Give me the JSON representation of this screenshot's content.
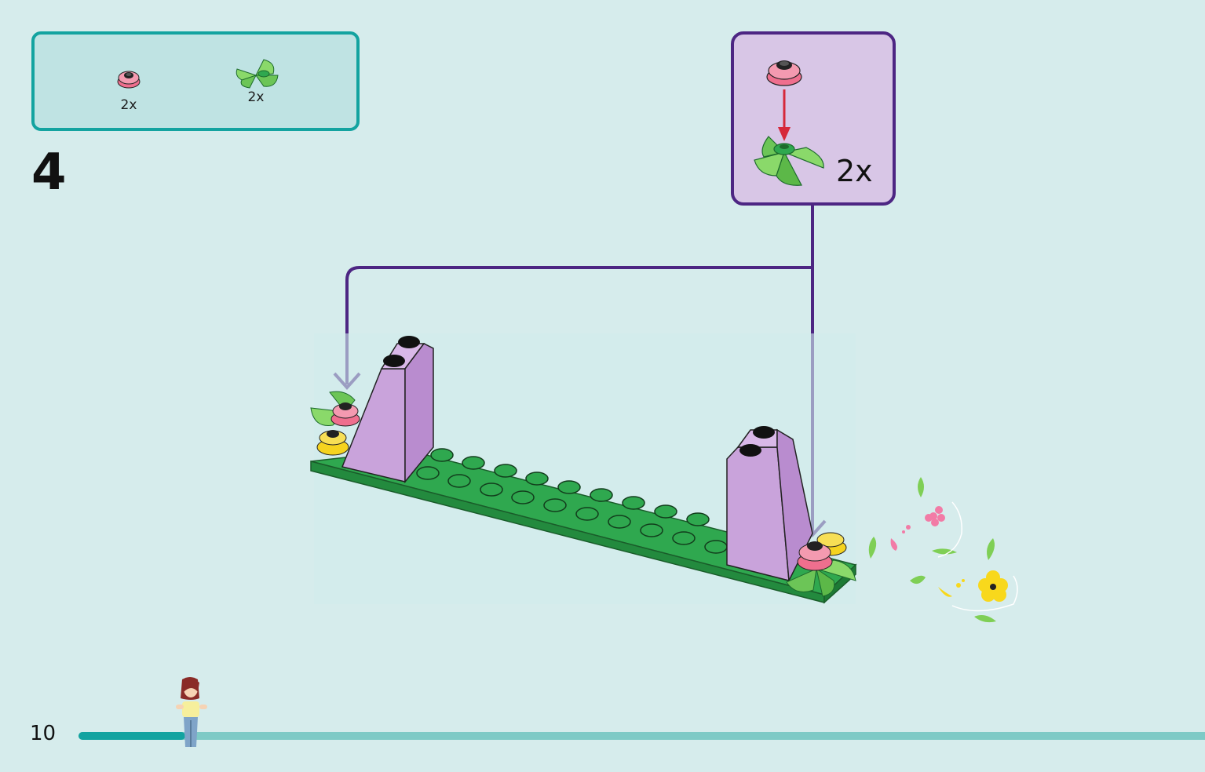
{
  "parts_list": {
    "items": [
      {
        "name": "pink-flower-piece",
        "qty": "2x"
      },
      {
        "name": "green-leaf-piece",
        "qty": "2x"
      }
    ]
  },
  "step": {
    "number": "4"
  },
  "sub_assembly": {
    "qty": "2x"
  },
  "footer": {
    "page_number": "10",
    "progress": 0.095
  },
  "colors": {
    "teal": "#13a3a0",
    "purple": "#4d2683",
    "lavender": "#d8c6e6",
    "green": "#2fa84f",
    "pink": "#ef6f8e",
    "yellow": "#f5d31f",
    "arrow_red": "#d6283a"
  }
}
